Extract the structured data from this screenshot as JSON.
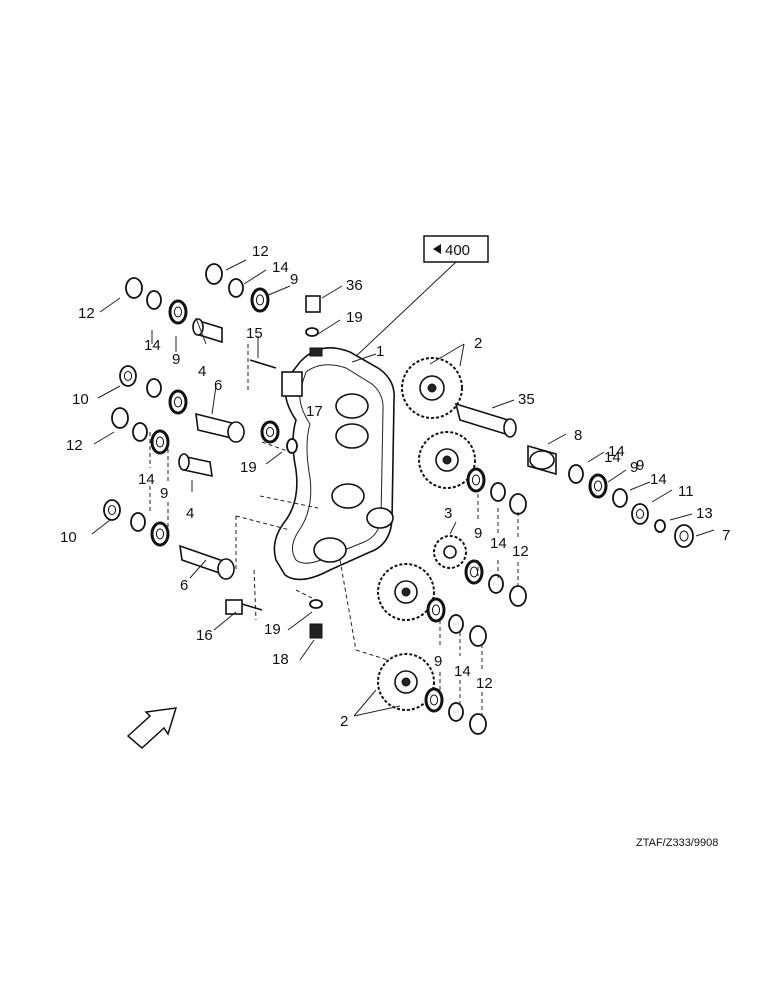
{
  "reference_box": {
    "arrow_icon": "left-triangle-icon",
    "label": "400"
  },
  "drawing_code": "ZTAF/Z333/9908",
  "orientation_icon": "direction-arrow-icon",
  "callouts": {
    "c1": "1",
    "c2a": "2",
    "c2b": "2",
    "c3": "3",
    "c4a": "4",
    "c4b": "4",
    "c6a": "6",
    "c6b": "6",
    "c7": "7",
    "c8": "8",
    "c9a": "9",
    "c9b": "9",
    "c9c": "9",
    "c9d": "9",
    "c9e": "9",
    "c9f": "9",
    "c9g": "9",
    "c10a": "10",
    "c10b": "10",
    "c11": "11",
    "c12a": "12",
    "c12b": "12",
    "c12c": "12",
    "c12d": "12",
    "c12e": "12",
    "c13": "13",
    "c14a": "14",
    "c14b": "14",
    "c14c": "14",
    "c14d": "14",
    "c14e": "14",
    "c14f": "14",
    "c14g": "14",
    "c14h": "14",
    "c15": "15",
    "c16": "16",
    "c17": "17",
    "c18": "18",
    "c19a": "19",
    "c19b": "19",
    "c19c": "19",
    "c35": "35",
    "c36": "36"
  }
}
